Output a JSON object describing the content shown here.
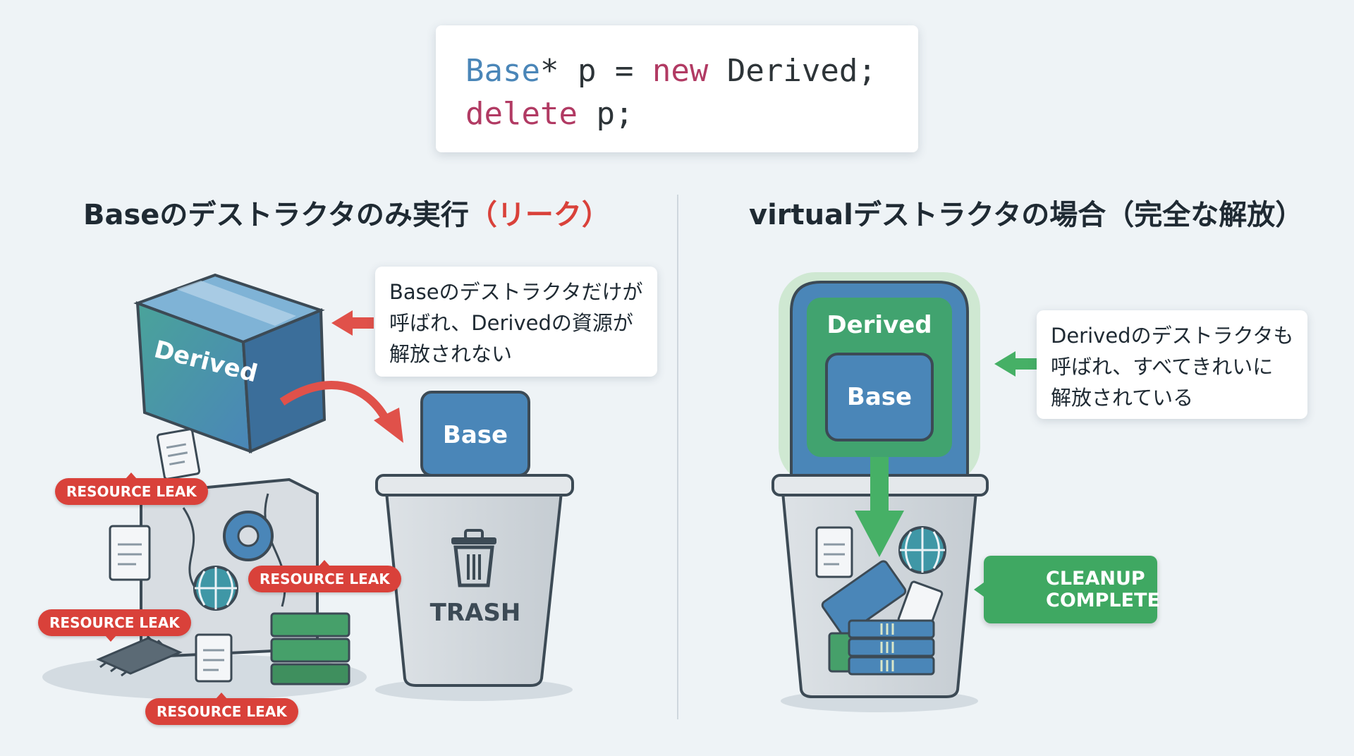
{
  "code": {
    "line1": {
      "type": "Base",
      "mid": "* p = ",
      "kw": "new",
      "rest": " Derived;"
    },
    "line2": {
      "kw": "delete",
      "rest": " p;"
    }
  },
  "left": {
    "heading": "Baseのデストラクタのみ実行",
    "heading_red": "（リーク）",
    "callout": [
      "Baseのデストラクタだけが",
      "呼ばれ、Derivedの資源が",
      "解放されない"
    ],
    "box_label": "Derived",
    "base_label": "Base",
    "trash_label": "TRASH",
    "leak_tags": [
      "RESOURCE LEAK",
      "RESOURCE LEAK",
      "RESOURCE LEAK",
      "RESOURCE LEAK"
    ]
  },
  "right": {
    "heading": "virtualデストラクタの場合（完全な解放）",
    "callout": [
      "Derivedのデストラクタも",
      "呼ばれ、すべてきれいに",
      "解放されている"
    ],
    "derived_label": "Derived",
    "base_label": "Base",
    "badge": [
      "CLEANUP",
      "COMPLETE"
    ]
  },
  "colors": {
    "background": "#eef3f6",
    "code_type": "#4a86b8",
    "code_keyword": "#b13a63",
    "leak_red": "#d9413a",
    "success_green": "#3fa862",
    "box_blue": "#4a86b8",
    "box_teal": "#4aa39a"
  },
  "icons": [
    "arrow-left-icon",
    "curved-arrow-icon",
    "trash-can-icon",
    "gear-icon",
    "globe-icon",
    "document-icon",
    "chip-icon",
    "server-stack-icon",
    "arrow-down-icon",
    "check-circle-icon"
  ]
}
